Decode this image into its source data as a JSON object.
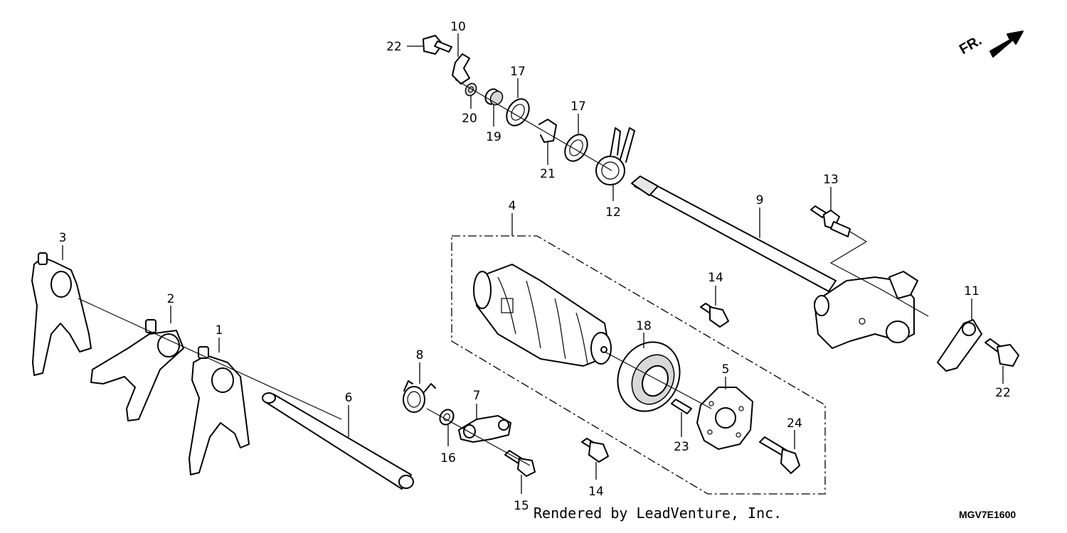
{
  "diagram": {
    "credit": "Rendered by LeadVenture, Inc.",
    "code": "MGV7E1600",
    "direction_label": "FR.",
    "callouts": {
      "c1": "1",
      "c2": "2",
      "c3": "3",
      "c4": "4",
      "c5": "5",
      "c6": "6",
      "c7": "7",
      "c8": "8",
      "c9": "9",
      "c10": "10",
      "c11": "11",
      "c12": "12",
      "c13": "13",
      "c14a": "14",
      "c14b": "14",
      "c15": "15",
      "c16": "16",
      "c17a": "17",
      "c17b": "17",
      "c18": "18",
      "c19": "19",
      "c20": "20",
      "c21": "21",
      "c22a": "22",
      "c22b": "22",
      "c23": "23",
      "c24": "24"
    }
  }
}
